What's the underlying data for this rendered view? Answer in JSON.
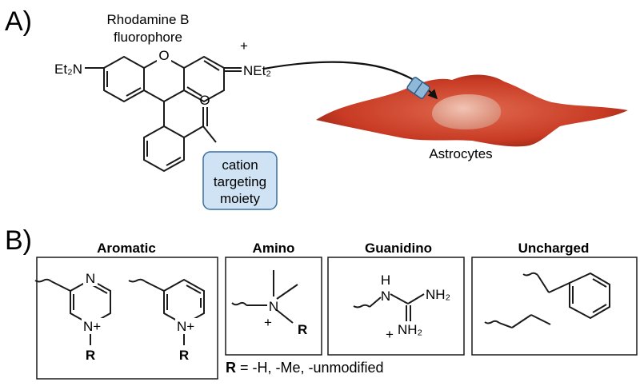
{
  "panel_a": {
    "label": "A)",
    "fluorophore_title": [
      "Rhodamine B",
      "fluorophore"
    ],
    "left_amine": "Et₂N",
    "right_amine_charge": "+",
    "right_amine": "NEt₂",
    "carbonyl_atom": "O",
    "ring_oxygen": "O",
    "targeting_box_lines": [
      "cation",
      "targeting",
      "moiety"
    ],
    "cell_label": "Astrocytes",
    "colors": {
      "cell": "#c83a24",
      "box_fill": "#cfe3f4",
      "box_stroke": "#3a6f9e",
      "channel": "#8fb8d8"
    }
  },
  "panel_b": {
    "label": "B)",
    "groups": [
      {
        "title": "Aromatic"
      },
      {
        "title": "Amino"
      },
      {
        "title": "Guanidino"
      },
      {
        "title": "Uncharged"
      }
    ],
    "aromatic": {
      "pyrazine_n_top": "N",
      "pyrazine_n": "N+",
      "pyrazine_r": "R",
      "pyridine_n": "N+",
      "pyridine_r": "R"
    },
    "amino": {
      "n": "N",
      "charge": "+",
      "r": "R"
    },
    "guanidino": {
      "h": "H",
      "nh": "N",
      "nh2_right": "NH₂",
      "charge": "+",
      "nh2_bottom": "NH₂"
    },
    "r_definition": {
      "r": "R",
      "text": " = -H, -Me, -unmodified"
    }
  }
}
